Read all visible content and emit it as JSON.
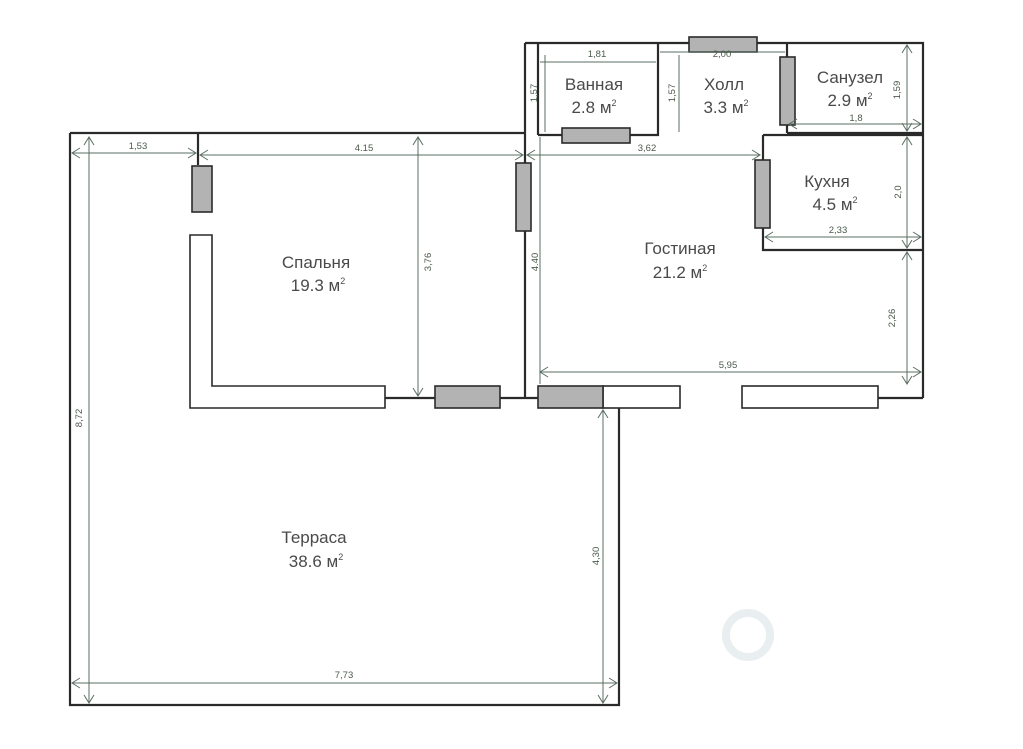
{
  "rooms": {
    "bathroom": {
      "name": "Ванная",
      "area": "2.8 м",
      "unit_sup": "2"
    },
    "hall": {
      "name": "Холл",
      "area": "3.3 м",
      "unit_sup": "2"
    },
    "wc": {
      "name": "Санузел",
      "area": "2.9 м",
      "unit_sup": "2"
    },
    "kitchen": {
      "name": "Кухня",
      "area": "4.5 м",
      "unit_sup": "2"
    },
    "bedroom": {
      "name": "Спальня",
      "area": "19.3 м",
      "unit_sup": "2"
    },
    "living": {
      "name": "Гостиная",
      "area": "21.2 м",
      "unit_sup": "2"
    },
    "terrace": {
      "name": "Терраса",
      "area": "38.6 м",
      "unit_sup": "2"
    }
  },
  "dimensions": {
    "bath_width": "1,81",
    "bath_height": "1,57",
    "hall_height": "1,57",
    "hall_width": "2,00",
    "wc_width": "1,8",
    "wc_height": "1,59",
    "living_width_top": "3,62",
    "kitchen_width": "2,33",
    "kitchen_height": "2,0",
    "living_height": "4.40",
    "living_right_height": "2,26",
    "living_width": "5,95",
    "terrace_left_top": "1,53",
    "bedroom_width": "4.15",
    "bedroom_height": "3,76",
    "terrace_height": "8,72",
    "terrace_width": "7,73",
    "terrace_right_height": "4,30"
  },
  "colors": {
    "wall": "#2a2a2a",
    "window": "#b3b3b3",
    "dimension": "#5a6f63"
  }
}
